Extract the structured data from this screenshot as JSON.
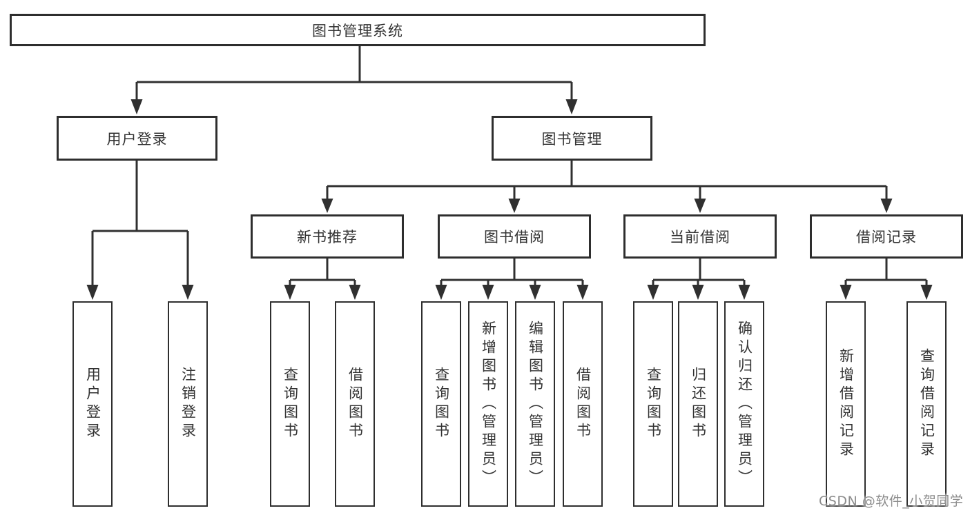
{
  "diagram": {
    "root": {
      "label": "图书管理系统"
    },
    "branches": [
      {
        "label": "用户登录",
        "leaves": [
          {
            "label": "用户登录"
          },
          {
            "label": "注销登录"
          }
        ]
      },
      {
        "label": "图书管理",
        "groups": [
          {
            "label": "新书推荐",
            "leaves": [
              {
                "label": "查询图书"
              },
              {
                "label": "借阅图书"
              }
            ]
          },
          {
            "label": "图书借阅",
            "leaves": [
              {
                "label": "查询图书"
              },
              {
                "label": "新增图书（管理员）"
              },
              {
                "label": "编辑图书（管理员）"
              },
              {
                "label": "借阅图书"
              }
            ]
          },
          {
            "label": "当前借阅",
            "leaves": [
              {
                "label": "查询图书"
              },
              {
                "label": "归还图书"
              },
              {
                "label": "确认归还（管理员）"
              }
            ]
          },
          {
            "label": "借阅记录",
            "leaves": [
              {
                "label": "新增借阅记录"
              },
              {
                "label": "查询借阅记录"
              }
            ]
          }
        ]
      }
    ]
  },
  "watermark": {
    "text": "CSDN @软件_小贺同学"
  },
  "colors": {
    "line": "#303030",
    "box_border": "#2e2e2e",
    "text": "#333333",
    "background": "#ffffff",
    "watermark_text": "#8c8c8c"
  }
}
